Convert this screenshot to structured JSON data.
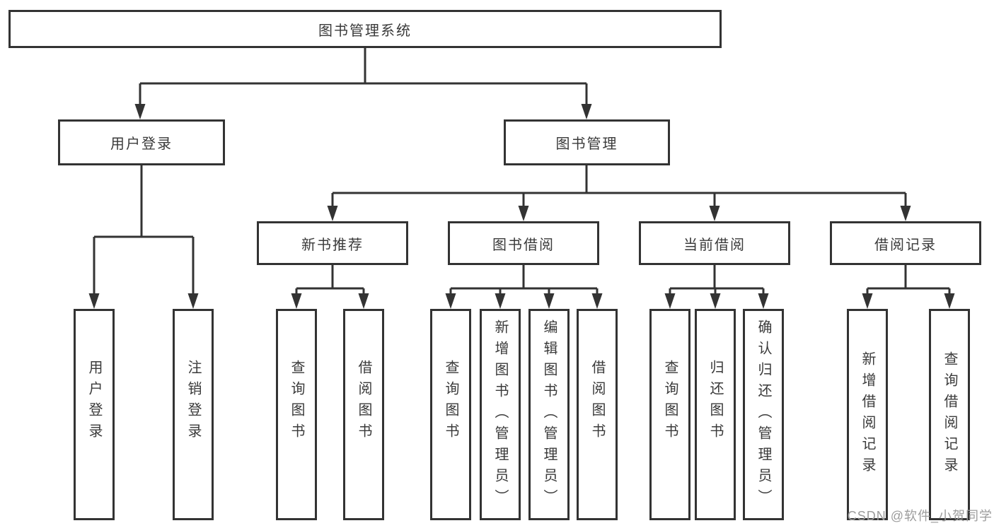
{
  "hierarchy": {
    "root": "图书管理系统",
    "children": [
      {
        "label": "用户登录",
        "children": [
          "用户登录",
          "注销登录"
        ]
      },
      {
        "label": "图书管理",
        "children": [
          {
            "label": "新书推荐",
            "children": [
              "查询图书",
              "借阅图书"
            ]
          },
          {
            "label": "图书借阅",
            "children": [
              "查询图书",
              "新增图书（管理员）",
              "编辑图书（管理员）",
              "借阅图书"
            ]
          },
          {
            "label": "当前借阅",
            "children": [
              "查询图书",
              "归还图书",
              "确认归还（管理员）"
            ]
          },
          {
            "label": "借阅记录",
            "children": [
              "新增借阅记录",
              "查询借阅记录"
            ]
          }
        ]
      }
    ]
  },
  "watermark": {
    "text": "CSDN @软件_小贺同学"
  },
  "colors": {
    "line": "#333333",
    "text": "#3a3a3a",
    "watermark": "#9c9c9c",
    "background": "#ffffff"
  }
}
